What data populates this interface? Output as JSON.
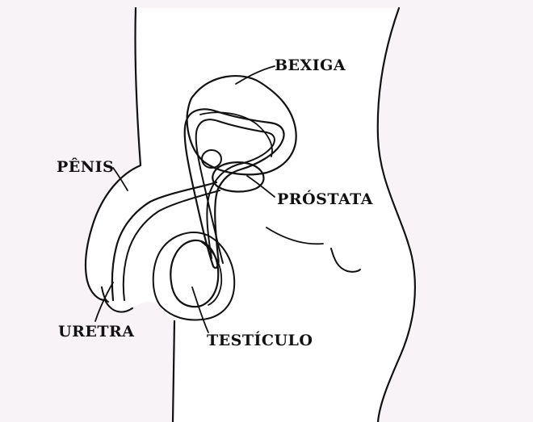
{
  "labels": {
    "bexiga": "BEXIGA",
    "penis": "PÊNIS",
    "prostata": "PRÓSTATA",
    "uretra": "URETRA",
    "testiculo": "TESTÍCULO"
  },
  "colors": {
    "background": "#f7f3f7",
    "body_fill": "#ffffff",
    "ink": "#111111"
  }
}
